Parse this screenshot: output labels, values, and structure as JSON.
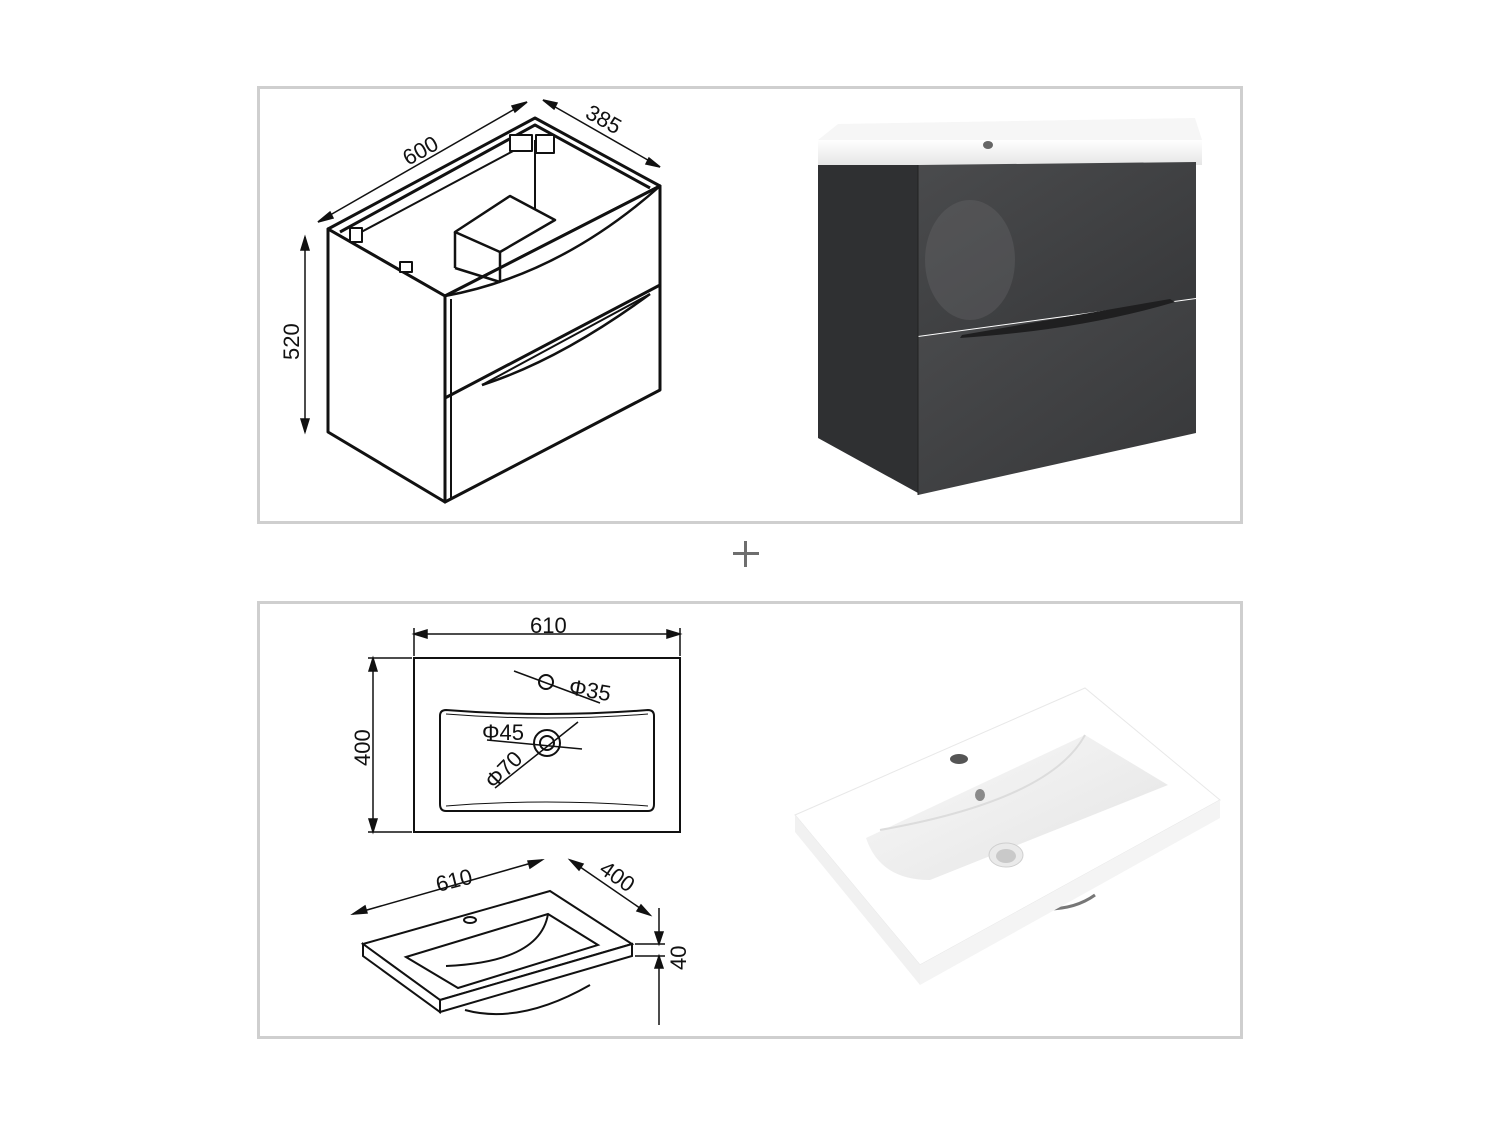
{
  "cabinet_panel": {
    "drawing": {
      "width_label": "600",
      "depth_label": "385",
      "height_label": "520"
    },
    "photo": {
      "description": "Wall-hung two-drawer vanity cabinet, anthracite gloss with white basin",
      "cabinet_color": "#3e3f41",
      "basin_color": "#f2f2f2"
    }
  },
  "combine_symbol": "+",
  "basin_panel": {
    "top_view": {
      "width_label": "610",
      "depth_label": "400",
      "tap_hole_label": "Φ35",
      "drain_inner_label": "Φ45",
      "drain_outer_label": "Φ70"
    },
    "iso_view": {
      "width_label": "610",
      "depth_label": "400",
      "thickness_label": "40"
    },
    "photo": {
      "description": "White rectangular inset basin with single tap hole",
      "basin_color": "#ffffff"
    }
  },
  "colors": {
    "panel_border": "#cfcfcf",
    "line": "#111111",
    "plus": "#6e6e6e"
  }
}
